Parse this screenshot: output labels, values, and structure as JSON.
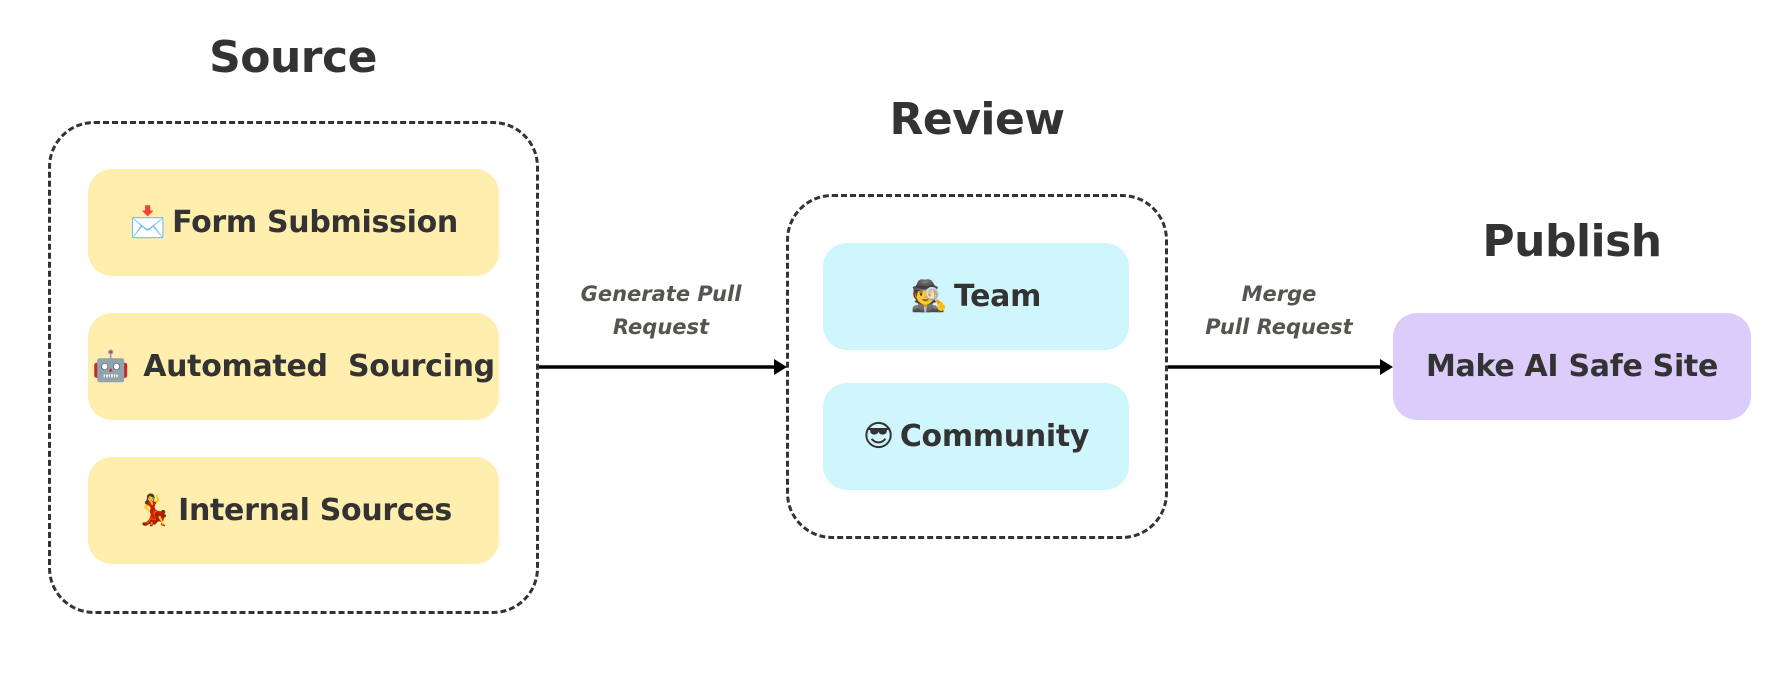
{
  "stages": {
    "source": {
      "title": "Source",
      "items": [
        {
          "icon": "incoming-envelope-icon",
          "emoji": "📩",
          "label": "Form Submission"
        },
        {
          "icon": "robot-icon",
          "emoji": "🤖",
          "label": "Automated  Sourcing"
        },
        {
          "icon": "dancer-icon",
          "emoji": "💃",
          "label": "Internal Sources"
        }
      ]
    },
    "review": {
      "title": "Review",
      "items": [
        {
          "icon": "detective-icon",
          "emoji": "🕵️",
          "label": "Team"
        },
        {
          "icon": "sunglasses-face-icon",
          "emoji": "😎",
          "label": "Community"
        }
      ]
    },
    "publish": {
      "title": "Publish",
      "items": [
        {
          "label": "Make AI Safe Site"
        }
      ]
    }
  },
  "edges": [
    {
      "from": "source",
      "to": "review",
      "label_line1": "Generate Pull",
      "label_line2": "Request"
    },
    {
      "from": "review",
      "to": "publish",
      "label_line1": "Merge",
      "label_line2": "Pull Request"
    }
  ],
  "colors": {
    "source_fill": "#FFEEAD",
    "review_fill": "#CFF6FD",
    "publish_fill": "#DCCCFB",
    "border": "#333333",
    "arrow": "#000000",
    "edge_label": "#555550"
  }
}
